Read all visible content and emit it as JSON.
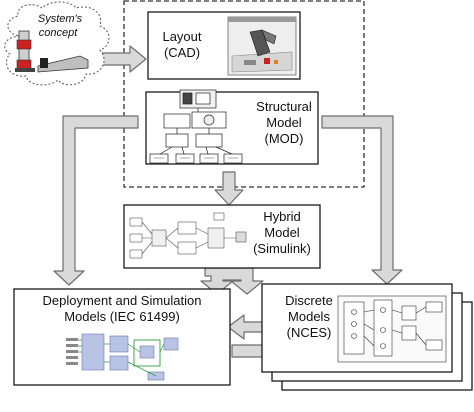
{
  "cloud": {
    "line1": "System's",
    "line2": "concept"
  },
  "layout": {
    "line1": "Layout",
    "line2": "(CAD)"
  },
  "structural": {
    "line1": "Structural",
    "line2": "Model",
    "line3": "(MOD)"
  },
  "hybrid": {
    "line1": "Hybrid",
    "line2": "Model",
    "line3": "(Simulink)"
  },
  "deployment": {
    "line1": "Deployment and Simulation",
    "line2": "Models (IEC 61499)"
  },
  "discrete": {
    "line1": "Discrete",
    "line2": "Models",
    "line3": "(NCES)"
  },
  "colors": {
    "arrow_fill": "#d9d9d9",
    "arrow_stroke": "#6e6e6e",
    "box_stroke": "#1a1a1a",
    "dashed_border": "#333333",
    "fb_blue": "#b9c3e6",
    "fb_green": "#2e9e3e",
    "cad_red": "#cc2222"
  }
}
